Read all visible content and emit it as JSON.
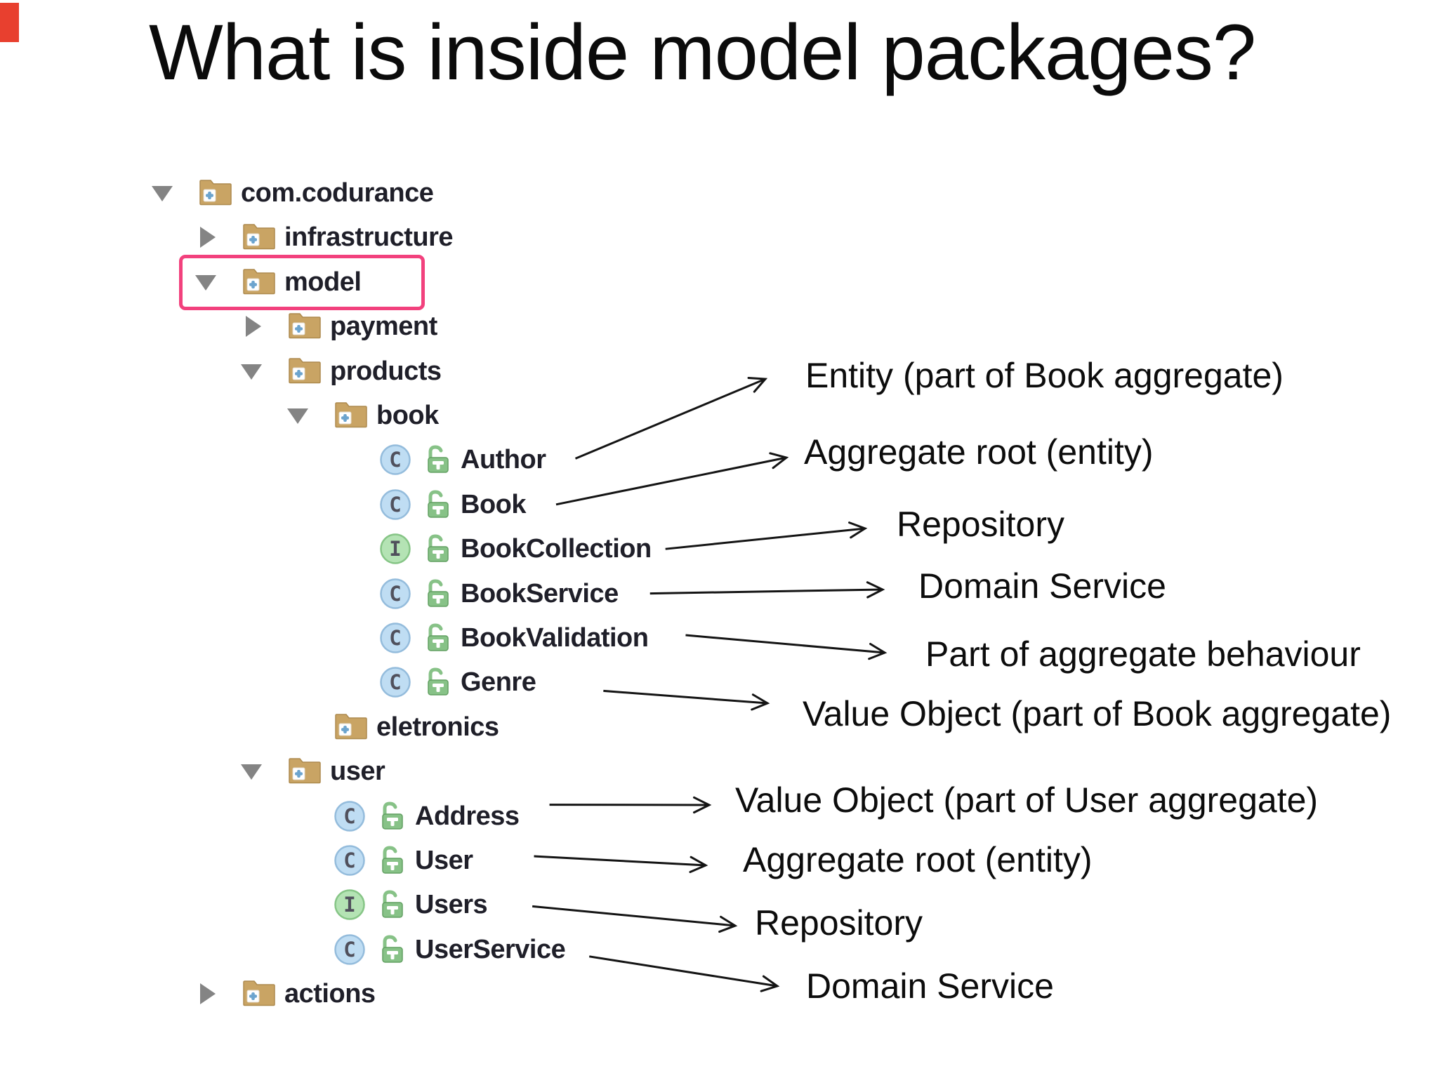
{
  "title": "What is inside model packages?",
  "tree": {
    "items": [
      {
        "label": "com.codurance",
        "kind": "package",
        "state": "expanded",
        "level": 0
      },
      {
        "label": "infrastructure",
        "kind": "package",
        "state": "collapsed",
        "level": 1
      },
      {
        "label": "model",
        "kind": "package",
        "state": "expanded",
        "level": 1,
        "highlighted": true
      },
      {
        "label": "payment",
        "kind": "package",
        "state": "collapsed",
        "level": 2
      },
      {
        "label": "products",
        "kind": "package",
        "state": "expanded",
        "level": 2
      },
      {
        "label": "book",
        "kind": "package",
        "state": "expanded",
        "level": 3
      },
      {
        "label": "Author",
        "kind": "class",
        "level": 4
      },
      {
        "label": "Book",
        "kind": "class",
        "level": 4
      },
      {
        "label": "BookCollection",
        "kind": "interface",
        "level": 4
      },
      {
        "label": "BookService",
        "kind": "class",
        "level": 4
      },
      {
        "label": "BookValidation",
        "kind": "class",
        "level": 4
      },
      {
        "label": "Genre",
        "kind": "class",
        "level": 4
      },
      {
        "label": "eletronics",
        "kind": "package",
        "state": "leaf",
        "level": 3
      },
      {
        "label": "user",
        "kind": "package",
        "state": "expanded",
        "level": 2
      },
      {
        "label": "Address",
        "kind": "class",
        "level": 3
      },
      {
        "label": "User",
        "kind": "class",
        "level": 3
      },
      {
        "label": "Users",
        "kind": "interface",
        "level": 3
      },
      {
        "label": "UserService",
        "kind": "class",
        "level": 3
      },
      {
        "label": "actions",
        "kind": "package",
        "state": "collapsed",
        "level": 1
      }
    ]
  },
  "annotations": [
    {
      "label": "Entity (part of Book aggregate)",
      "target": "Author"
    },
    {
      "label": "Aggregate root (entity)",
      "target": "Book"
    },
    {
      "label": "Repository",
      "target": "BookCollection"
    },
    {
      "label": "Domain Service",
      "target": "BookService"
    },
    {
      "label": "Part of aggregate behaviour",
      "target": "BookValidation"
    },
    {
      "label": "Value Object (part of Book aggregate)",
      "target": "Genre"
    },
    {
      "label": "Value Object (part of User aggregate)",
      "target": "Address"
    },
    {
      "label": "Aggregate root (entity)",
      "target": "User"
    },
    {
      "label": "Repository",
      "target": "Users"
    },
    {
      "label": "Domain Service",
      "target": "UserService"
    }
  ],
  "icons": {
    "class_letter": "C",
    "interface_letter": "I",
    "disclosure_expanded": "triangle-down",
    "disclosure_collapsed": "triangle-right",
    "package": "folder-with-blue-dot",
    "visibility_public": "open-green-padlock"
  },
  "colors": {
    "highlight_box": "#F2417D",
    "folder": "#C9A464",
    "class_icon_fill": "#BFDDF3",
    "interface_icon_fill": "#B4E3B4",
    "lock_icon": "#87C287",
    "disclosure_triangle": "#848484",
    "arrow": "#141414",
    "corner_mark": "#E8402F"
  }
}
